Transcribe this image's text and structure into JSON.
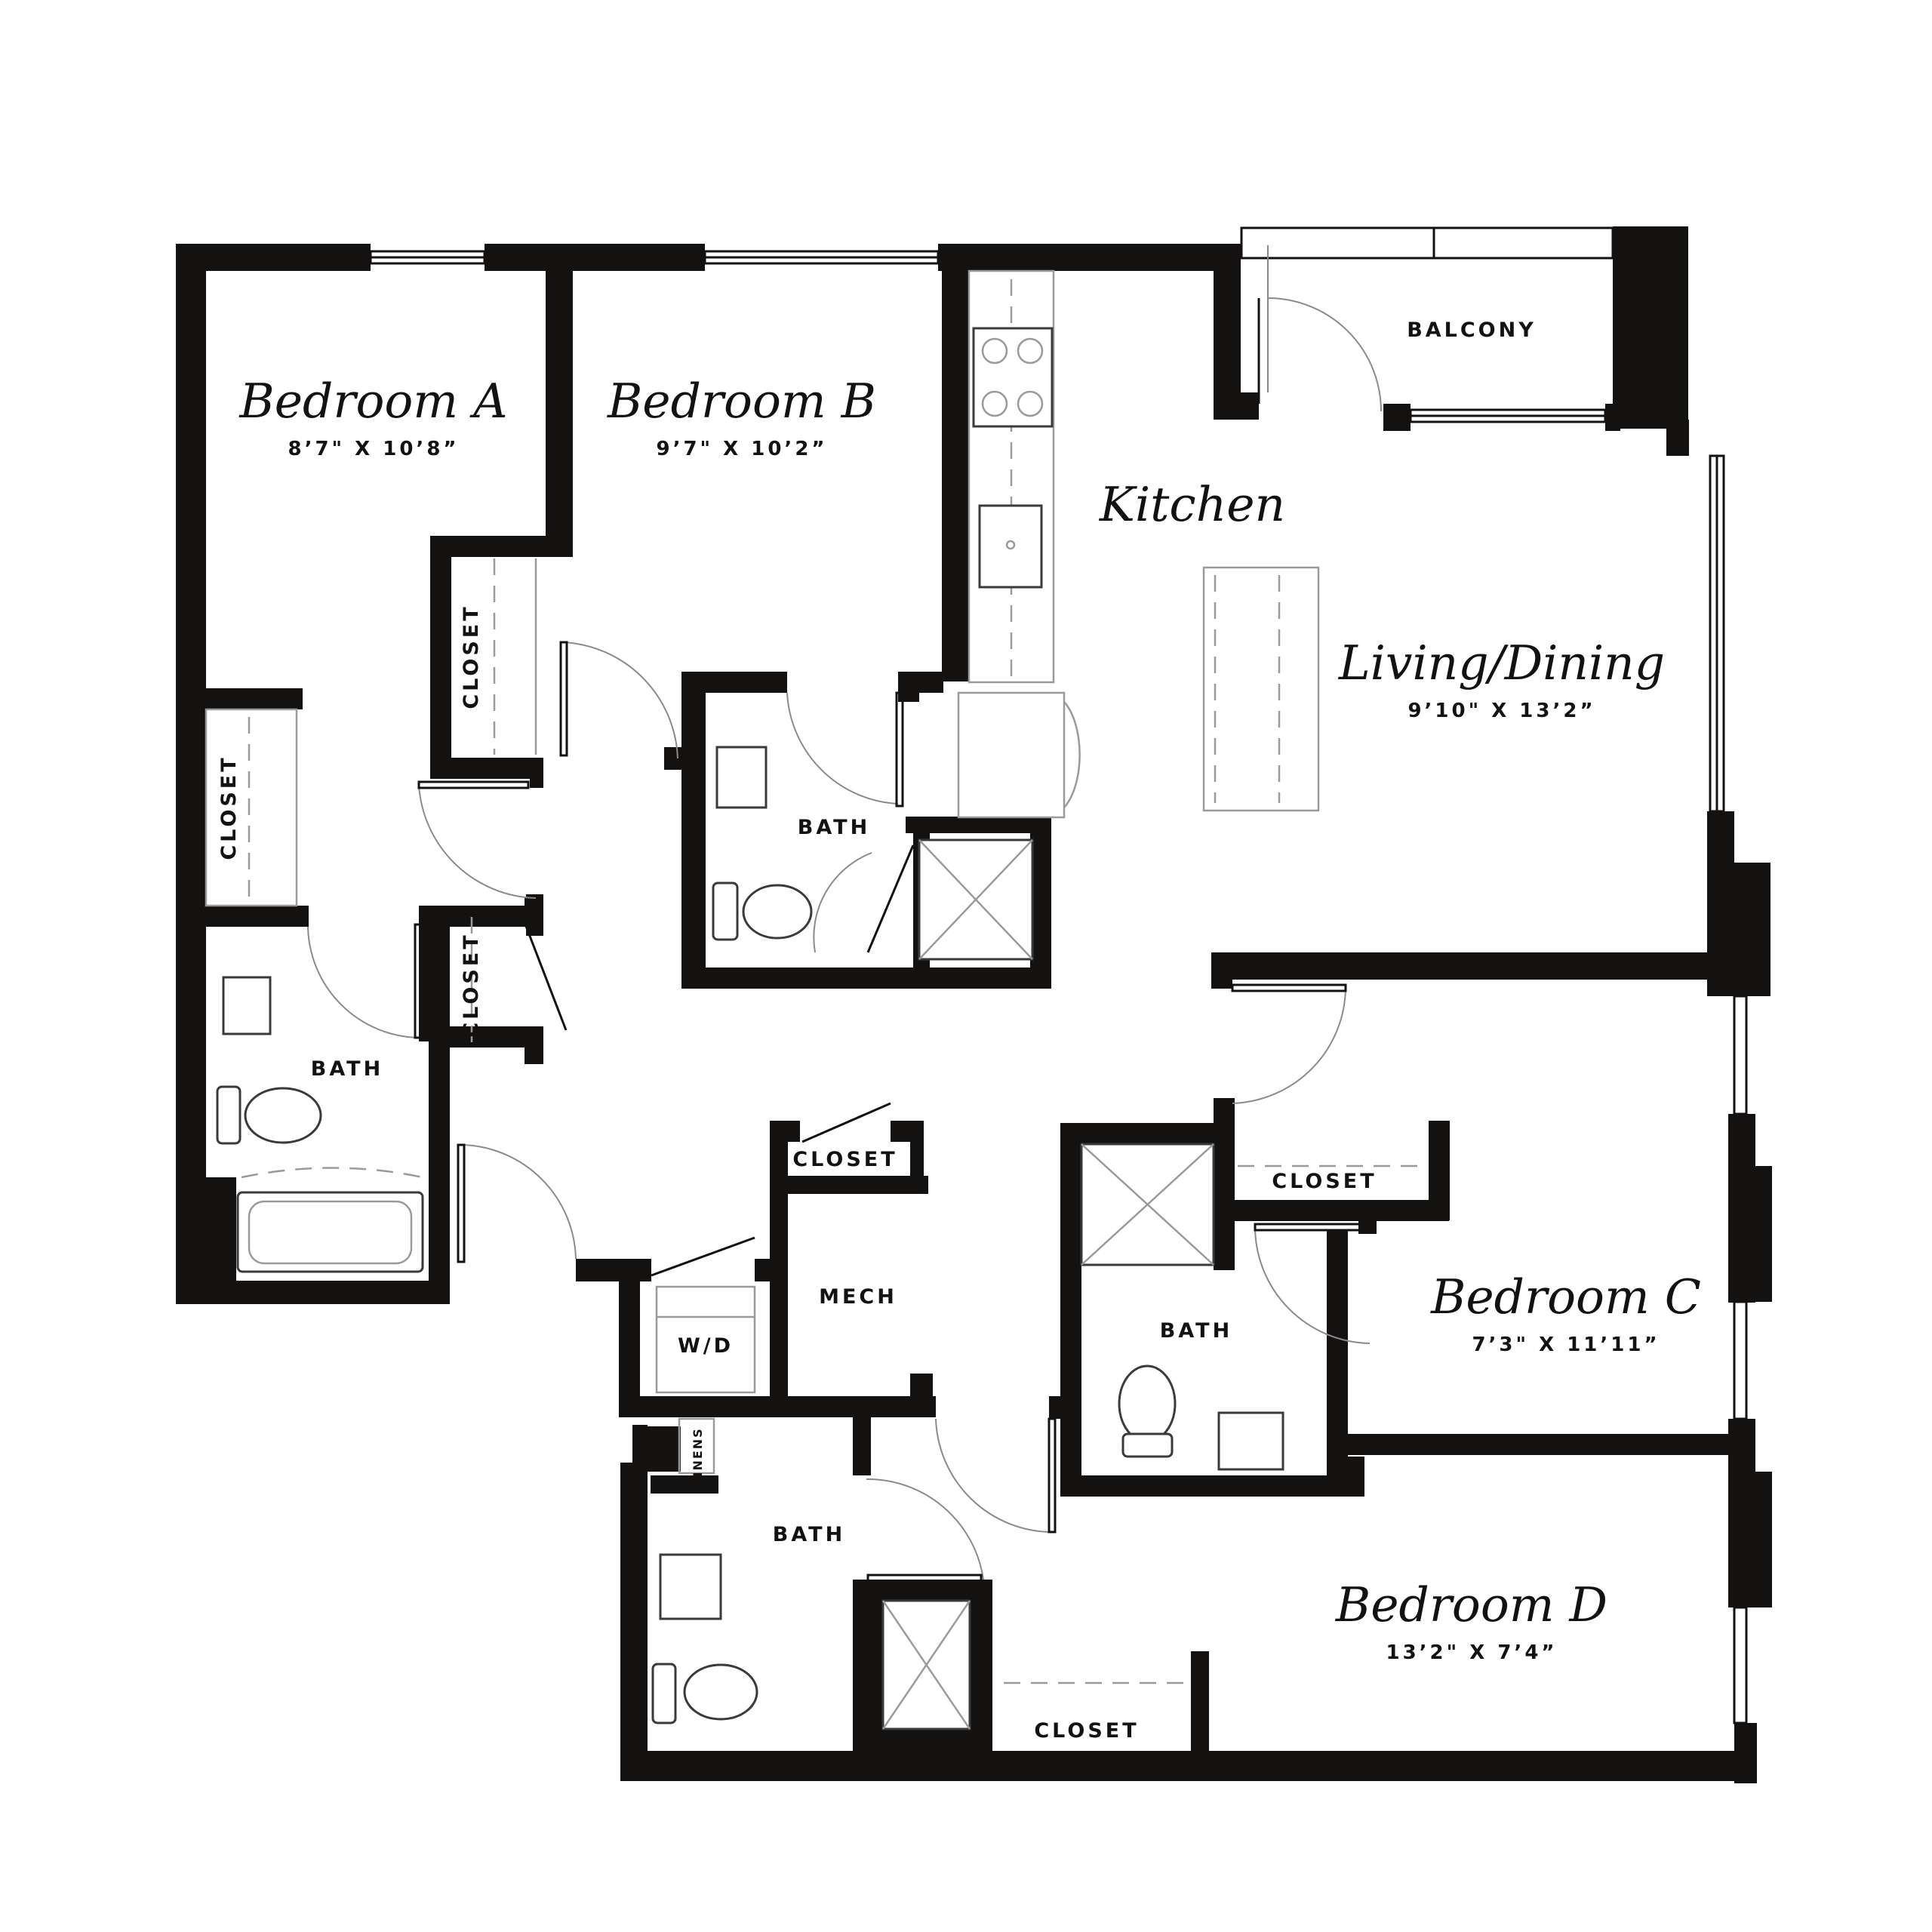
{
  "rooms": {
    "bedroom_a": {
      "name": "Bedroom A",
      "dims": "8’7\" X 10’8”"
    },
    "bedroom_b": {
      "name": "Bedroom B",
      "dims": "9’7\" X 10’2”"
    },
    "kitchen": {
      "name": "Kitchen"
    },
    "living_dining": {
      "name": "Living/Dining",
      "dims": "9’10\" X 13’2”"
    },
    "bedroom_c": {
      "name": "Bedroom C",
      "dims": "7’3\" X 11’11”"
    },
    "bedroom_d": {
      "name": "Bedroom D",
      "dims": "13’2\" X 7’4”"
    }
  },
  "labels": {
    "balcony": "BALCONY",
    "closet": "CLOSET",
    "bath": "BATH",
    "mech": "MECH",
    "wd": "W/D",
    "linens": "LINENS"
  },
  "colors": {
    "wall": "#141210",
    "fixture_line": "#9a9a9a",
    "background": "#ffffff"
  }
}
